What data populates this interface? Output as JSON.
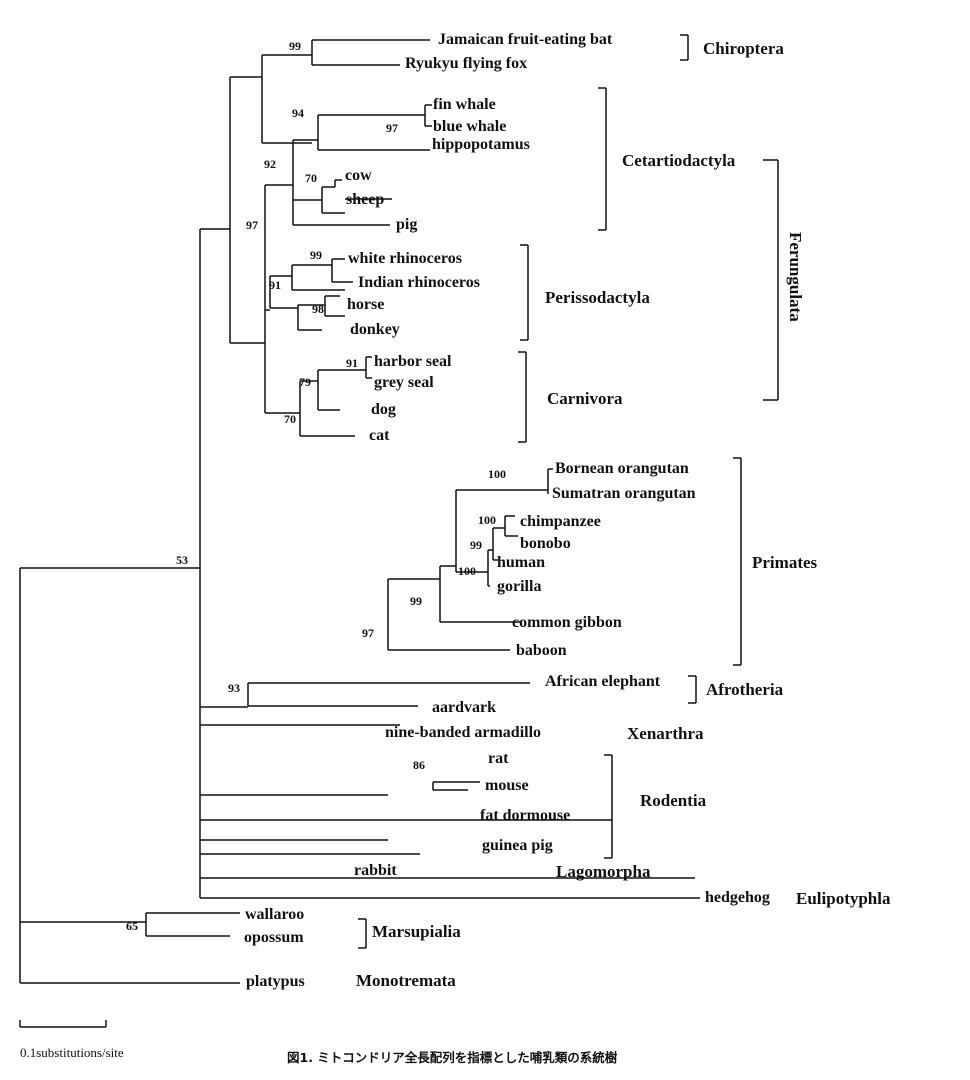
{
  "species": [
    "Jamaican fruit-eating bat",
    "Ryukyu flying fox",
    "fin whale",
    "blue whale",
    "hippopotamus",
    "cow",
    "sheep",
    "pig",
    "white rhinoceros",
    "Indian rhinoceros",
    "horse",
    "donkey",
    "harbor seal",
    "grey seal",
    "dog",
    "cat",
    "Bornean orangutan",
    "Sumatran orangutan",
    "chimpanzee",
    "bonobo",
    "human",
    "gorilla",
    "common gibbon",
    "baboon",
    "African elephant",
    "aardvark",
    "nine-banded armadillo",
    "rat",
    "mouse",
    "fat dormouse",
    "guinea pig",
    "rabbit",
    "hedgehog",
    "wallaroo",
    "opossum",
    "platypus"
  ],
  "bootstrap": [
    "99",
    "97",
    "94",
    "92",
    "70",
    "97",
    "99",
    "91",
    "98",
    "91",
    "79",
    "70",
    "100",
    "100",
    "99",
    "100",
    "99",
    "97",
    "93",
    "86",
    "53",
    "65"
  ],
  "clades": {
    "chiroptera": "Chiroptera",
    "cetartiodactyla": "Cetartiodactyla",
    "perissodactyla": "Perissodactyla",
    "carnivora": "Carnivora",
    "ferungulata": "Ferungulata",
    "primates": "Primates",
    "afrotheria": "Afrotheria",
    "xenarthra": "Xenarthra",
    "rodentia": "Rodentia",
    "lagomorpha": "Lagomorpha",
    "eulipotyphla": "Eulipotyphla",
    "marsupialia": "Marsupialia",
    "monotremata": "Monotremata"
  },
  "scale_bar": {
    "label": "0.1substitutions/site"
  },
  "caption": "図1. ミトコンドリア全長配列を指標とした哺乳類の系統樹"
}
